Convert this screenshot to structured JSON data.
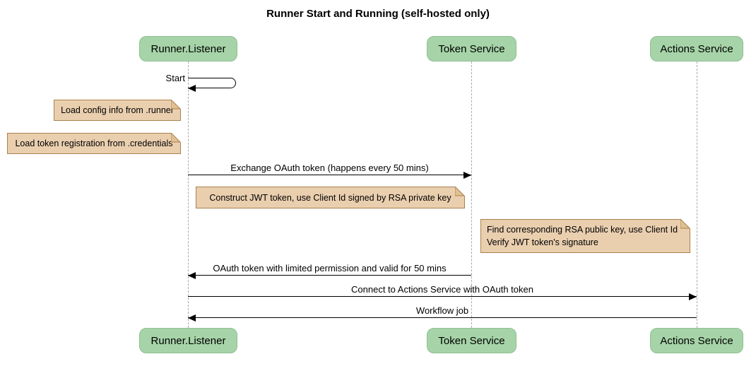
{
  "title": "Runner Start and Running (self-hosted only)",
  "participants": [
    {
      "name": "Runner.Listener"
    },
    {
      "name": "Token Service"
    },
    {
      "name": "Actions Service"
    }
  ],
  "messages": [
    {
      "label": "Start",
      "from": "Runner.Listener",
      "to": "Runner.Listener",
      "type": "self"
    },
    {
      "label": "Exchange OAuth token (happens every 50 mins)",
      "from": "Runner.Listener",
      "to": "Token Service",
      "type": "solid-arrow"
    },
    {
      "label": "OAuth token with limited permission and valid for 50 mins",
      "from": "Token Service",
      "to": "Runner.Listener",
      "type": "solid-arrow"
    },
    {
      "label": "Connect to Actions Service with OAuth token",
      "from": "Runner.Listener",
      "to": "Actions Service",
      "type": "solid-arrow"
    },
    {
      "label": "Workflow job",
      "from": "Actions Service",
      "to": "Runner.Listener",
      "type": "solid-arrow"
    }
  ],
  "notes": [
    {
      "text": "Load config info from .runner",
      "position": "left of Runner.Listener"
    },
    {
      "text": "Load token registration from .credentials",
      "position": "left of Runner.Listener"
    },
    {
      "text": "Construct JWT token, use Client Id signed by RSA private key",
      "position": "over Runner.Listener and Token Service"
    },
    {
      "lines": [
        "Find corresponding RSA public key, use Client Id",
        "Verify JWT token's signature"
      ],
      "position": "over Token Service and Actions Service"
    }
  ],
  "colors": {
    "participant_fill": "#a6d4a8",
    "participant_border": "#8fbf92",
    "note_fill": "#eacfaf",
    "note_border": "#a8824c",
    "lifeline": "#a9a9a9",
    "message_line": "#000000",
    "background": "#ffffff"
  }
}
